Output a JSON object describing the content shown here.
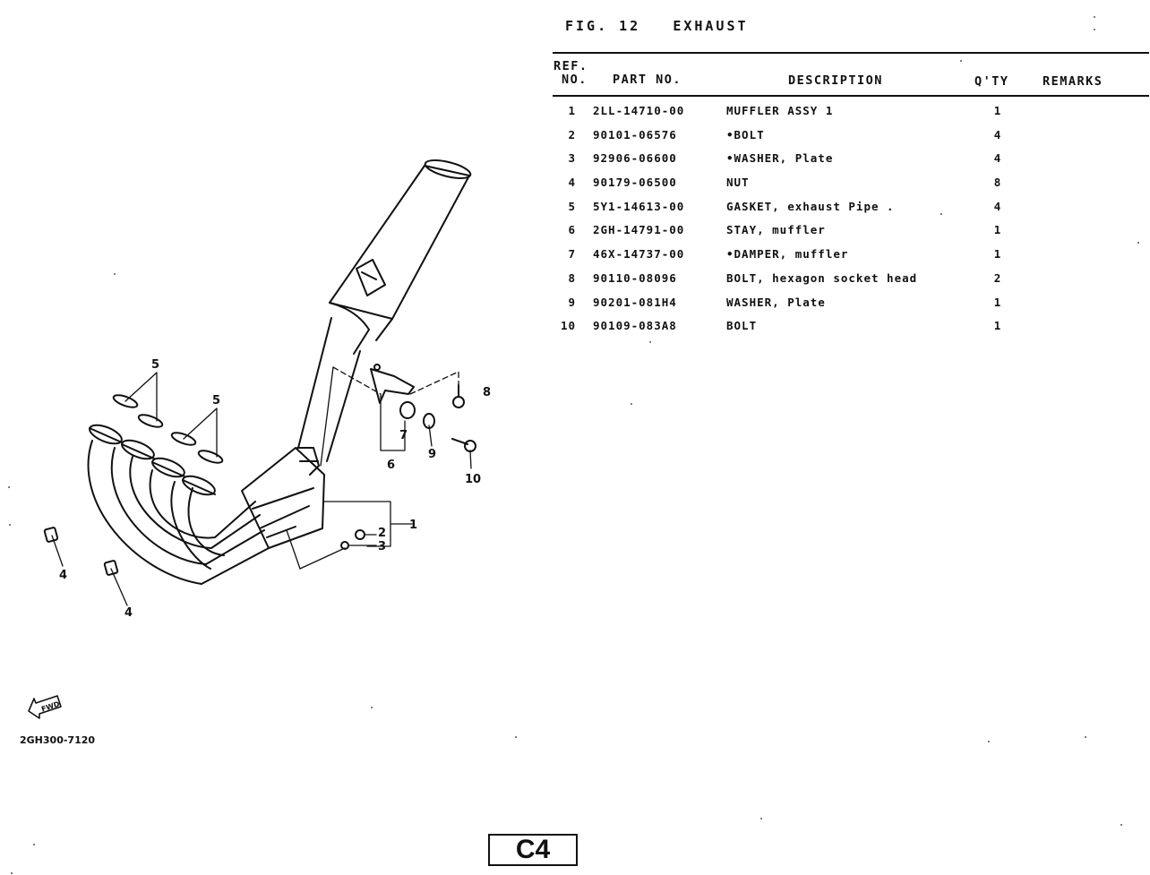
{
  "figure": {
    "number_label": "FIG. 12",
    "title": "EXHAUST"
  },
  "table": {
    "headers": {
      "ref_line1": "REF.",
      "ref_line2": "NO.",
      "part_no": "PART NO.",
      "description": "DESCRIPTION",
      "qty": "Q'TY",
      "remarks": "REMARKS"
    },
    "rows": [
      {
        "ref": "1",
        "part_no": "2LL-14710-00",
        "description": "MUFFLER ASSY 1",
        "qty": "1",
        "remarks": ""
      },
      {
        "ref": "2",
        "part_no": "90101-06576",
        "description": "•BOLT",
        "qty": "4",
        "remarks": ""
      },
      {
        "ref": "3",
        "part_no": "92906-06600",
        "description": "•WASHER, Plate",
        "qty": "4",
        "remarks": ""
      },
      {
        "ref": "4",
        "part_no": "90179-06500",
        "description": "NUT",
        "qty": "8",
        "remarks": ""
      },
      {
        "ref": "5",
        "part_no": "5Y1-14613-00",
        "description": "GASKET, exhaust Pipe .",
        "qty": "4",
        "remarks": ""
      },
      {
        "ref": "6",
        "part_no": "2GH-14791-00",
        "description": "STAY, muffler",
        "qty": "1",
        "remarks": ""
      },
      {
        "ref": "7",
        "part_no": "46X-14737-00",
        "description": "•DAMPER, muffler",
        "qty": "1",
        "remarks": ""
      },
      {
        "ref": "8",
        "part_no": "90110-08096",
        "description": "BOLT, hexagon socket head",
        "qty": "2",
        "remarks": ""
      },
      {
        "ref": "9",
        "part_no": "90201-081H4",
        "description": "WASHER, Plate",
        "qty": "1",
        "remarks": ""
      },
      {
        "ref": "10",
        "part_no": "90109-083A8",
        "description": "BOLT",
        "qty": "1",
        "remarks": ""
      }
    ]
  },
  "diagram": {
    "callouts": {
      "c1": "1",
      "c2": "2",
      "c3": "3",
      "c4a": "4",
      "c4b": "4",
      "c5a": "5",
      "c5b": "5",
      "c6": "6",
      "c7": "7",
      "c8": "8",
      "c9": "9",
      "c10": "10"
    },
    "fwd_label": "FWD",
    "figure_code": "2GH300-7120"
  },
  "page_label": "C4"
}
